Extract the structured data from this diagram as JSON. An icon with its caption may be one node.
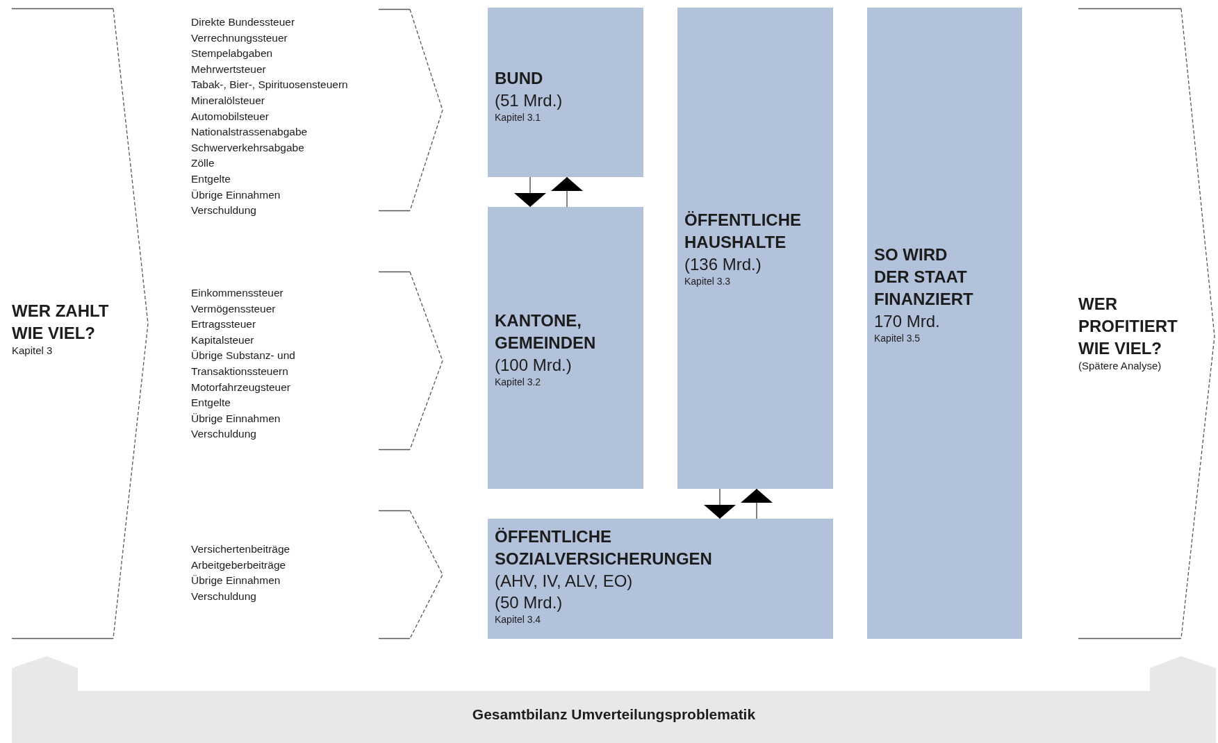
{
  "diagram": {
    "nodes": [
      {
        "text": [
          "WER ZAHLT WIE VIEL?",
          "Kapitel 3"
        ]
      },
      {
        "text": [
          "Direkte Bundessteuer",
          "Verrechnungssteuer",
          "Stempelabgaben",
          "Mehrwertsteuer",
          "Tabak-, Bier-, Spirituosensteuern",
          "Mineralölsteuer",
          "Automobilsteuer",
          "Nationalstrassenabgabe",
          "Schwerverkehrsabgabe",
          "Zölle",
          "Entgelte",
          "Übrige Einnahmen",
          "Verschuldung"
        ]
      },
      {
        "text": [
          "Einkommenssteuer",
          "Vermögenssteuer",
          "Ertragssteuer",
          "Kapitalsteuer",
          "Übrige Substanz- und Transaktionssteuern",
          "Motorfahrzeugsteuer",
          "Entgelte",
          "Übrige Einnahmen",
          "Verschuldung"
        ]
      },
      {
        "text": [
          "Versichertenbeiträge",
          "Arbeitgeberbeiträge",
          "Übrige Einnahmen",
          "Verschuldung"
        ]
      },
      {
        "text": [
          "BUND",
          "(51 Mrd.)",
          "Kapitel 3.1"
        ]
      },
      {
        "text": [
          "KANTONE, GEMEINDEN",
          "(100 Mrd.)",
          "Kapitel 3.2"
        ]
      },
      {
        "text": [
          "ÖFFENTLICHE HAUSHALTE",
          "(136 Mrd.)",
          "Kapitel 3.3"
        ]
      },
      {
        "text": [
          "ÖFFENTLICHE SOZIALVERSICHERUNGEN",
          "(AHV, IV, ALV, EO)",
          "(50 Mrd.)",
          "Kapitel 3.4"
        ]
      },
      {
        "text": [
          "SO WIRD DER STAAT FINANZIERT",
          "170 Mrd.",
          "Kapitel 3.5"
        ]
      },
      {
        "text": [
          "WER PROFITIERT WIE VIEL?",
          "(Spätere Analyse)"
        ]
      },
      {
        "text": [
          "Gesamtbilanz Umverteilungsproblematik"
        ]
      }
    ],
    "edges": [
      {
        "from": 4,
        "to": 5,
        "arrow": "to"
      },
      {
        "from": 5,
        "to": 4,
        "arrow": "to"
      },
      {
        "from": 6,
        "to": 7,
        "arrow": "to"
      },
      {
        "from": 7,
        "to": 6,
        "arrow": "to"
      }
    ]
  }
}
